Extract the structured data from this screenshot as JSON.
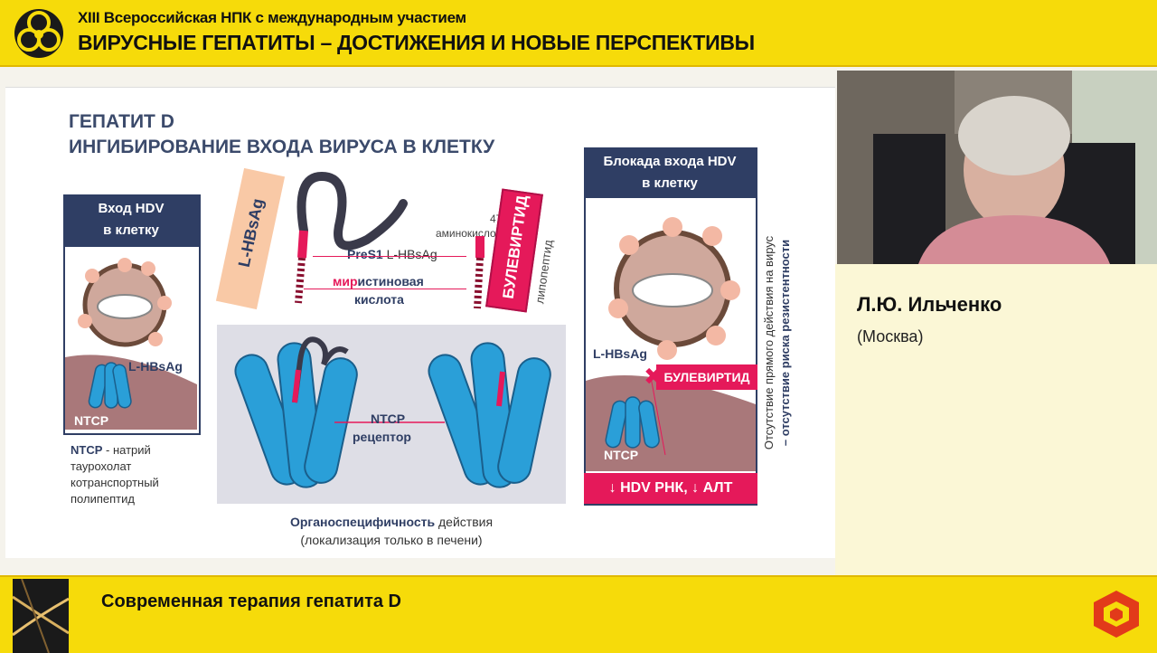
{
  "header": {
    "line1": "XIII Всероссийская НПК с международным участием",
    "line2": "ВИРУСНЫЕ ГЕПАТИТЫ – ДОСТИЖЕНИЯ И НОВЫЕ ПЕРСПЕКТИВЫ",
    "logo_icon": "biohazard-icon"
  },
  "slide": {
    "title1": "ГЕПАТИТ D",
    "title2": "ИНГИБИРОВАНИЕ ВХОДА ВИРУСА В КЛЕТКУ",
    "left_panel": {
      "header1": "Вход HDV",
      "header2": "в клетку",
      "lhbsag": "L-HBsAg",
      "ntcp": "NTCP",
      "desc_term": "NTCP",
      "desc_rest": " - натрий таурохолат котранспортный полипептид"
    },
    "middle": {
      "lhbsag_bar": "L-HBsAg",
      "pres1_bold": "PreS1",
      "pres1_rest": " L-HBsAg",
      "myr_highlight": "мир",
      "myr_rest": "истиновая",
      "myr_line2": "кислота",
      "amino_count": "47",
      "amino_label": "аминокислот",
      "bulevirtid_bar": "БУЛЕВИРТИД",
      "lipopeptide": "липопептид",
      "ntcp_line1": "NTCP",
      "ntcp_line2": "рецептор",
      "organo_bold": "Органоспецифичность",
      "organo_rest": " действия",
      "organo_line2": "(локализация только в печени)"
    },
    "right_panel": {
      "header1": "Блокада входа HDV",
      "header2": "в клетку",
      "lhbsag": "L-HBsAg",
      "bulevirtid": "БУЛЕВИРТИД",
      "ntcp": "NTCP",
      "result": "↓ HDV РНК, ↓ АЛТ"
    },
    "vertical": {
      "line1": "Отсутствие прямого действия на вирус",
      "line2": "– отсутствие риска резистентности"
    }
  },
  "speaker": {
    "name": "Л.Ю. Ильченко",
    "city": "(Москва)"
  },
  "footer": {
    "talk_title": "Современная терапия гепатита D",
    "logo_icon": "conference-cube-logo-icon"
  },
  "colors": {
    "accent_yellow": "#f6db0a",
    "navy": "#2f3e64",
    "magenta": "#e5195a",
    "virus_blue": "#2a9fd8",
    "peach": "#f6c8a8"
  }
}
